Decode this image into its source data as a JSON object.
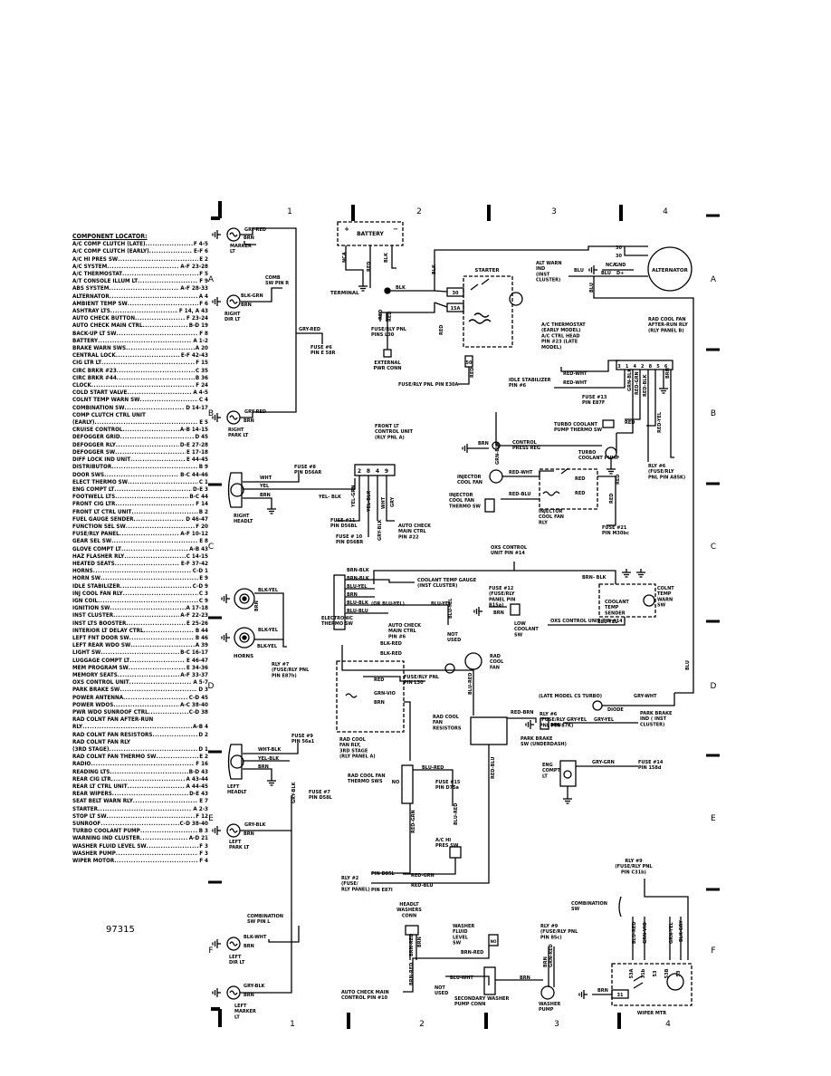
{
  "doc_number": "97315",
  "columns": [
    "1",
    "2",
    "3",
    "4"
  ],
  "rows": [
    "A",
    "B",
    "C",
    "D",
    "E",
    "F"
  ],
  "locator_title": "COMPONENT LOCATOR:",
  "locator": [
    {
      "name": "A/C COMP CLUTCH (LATE)",
      "loc": "F 4-5"
    },
    {
      "name": "A/C COMP CLUTCH (EARLY)",
      "loc": "E-F 6"
    },
    {
      "name": "A/C HI PRES SW",
      "loc": "E 2"
    },
    {
      "name": "A/C SYSTEM",
      "loc": "A-F 23-28"
    },
    {
      "name": "A/C THERMOSTAT",
      "loc": "F 5"
    },
    {
      "name": "A/T CONSOLE ILLUM LT",
      "loc": "F 9"
    },
    {
      "name": "ABS SYSTEM",
      "loc": "A-F 28-33"
    },
    {
      "name": "ALTERNATOR",
      "loc": "A 4"
    },
    {
      "name": "AMBIENT TEMP SW",
      "loc": "F 6"
    },
    {
      "name": "ASHTRAY LTS",
      "loc": "F 14, A 43"
    },
    {
      "name": "AUTO CHECK BUTTON",
      "loc": "F 23-24"
    },
    {
      "name": "AUTO CHECK MAIN CTRL",
      "loc": "B-D 19"
    },
    {
      "name": "BACK-UP LT SW",
      "loc": "F 8"
    },
    {
      "name": "BATTERY",
      "loc": "A 1-2"
    },
    {
      "name": "BRAKE WARN SWS",
      "loc": "A 20"
    },
    {
      "name": "CENTRAL LOCK",
      "loc": "E-F 42-43"
    },
    {
      "name": "CIG LTR LT",
      "loc": "F 15"
    },
    {
      "name": "CIRC BRKR #23",
      "loc": "C 35"
    },
    {
      "name": "CIRC BRKR #44",
      "loc": "B 36"
    },
    {
      "name": "CLOCK",
      "loc": "F 24"
    },
    {
      "name": "COLD START VALVE",
      "loc": "A 4-5"
    },
    {
      "name": "COLNT TEMP WARN SW",
      "loc": "C 4"
    },
    {
      "name": "COMBINATION SW",
      "loc": "D 14-17"
    },
    {
      "name": "COMP CLUTCH CTRL UNIT",
      "loc": ""
    },
    {
      "name": "   (EARLY)",
      "loc": "E 5"
    },
    {
      "name": "CRUISE CONTROL",
      "loc": "A-B 14-15"
    },
    {
      "name": "DEFOGGER GRID",
      "loc": "D 45"
    },
    {
      "name": "DEFOGGER RLY",
      "loc": "D-E 27-28"
    },
    {
      "name": "DEFOGGER SW",
      "loc": "E 17-18"
    },
    {
      "name": "DIFF LOCK IND UNIT",
      "loc": "E 44-45"
    },
    {
      "name": "DISTRIBUTOR",
      "loc": "B 9"
    },
    {
      "name": "DOOR SWS",
      "loc": "B-C 44-46"
    },
    {
      "name": "ELECT THERMO SW",
      "loc": "C 1"
    },
    {
      "name": "ENG COMPT LT",
      "loc": "D-E 3"
    },
    {
      "name": "FOOTWELL LTS",
      "loc": "B-C 44"
    },
    {
      "name": "FRONT CIG LTR",
      "loc": "F 14"
    },
    {
      "name": "FRONT LT CTRL UNIT",
      "loc": "B 2"
    },
    {
      "name": "FUEL GAUGE SENDER",
      "loc": "D 46-47"
    },
    {
      "name": "FUNCTION SEL SW",
      "loc": "F 20"
    },
    {
      "name": "FUSE/RLY PANEL",
      "loc": "A-F 10-12"
    },
    {
      "name": "GEAR SEL SW",
      "loc": "E 8"
    },
    {
      "name": "GLOVE COMPT LT",
      "loc": "A-B 43"
    },
    {
      "name": "HAZ FLASHER RLY",
      "loc": "C 14-15"
    },
    {
      "name": "HEATED SEATS",
      "loc": "E-F 37-42"
    },
    {
      "name": "HORNS",
      "loc": "C-D 1"
    },
    {
      "name": "HORN SW",
      "loc": "E 9"
    },
    {
      "name": "IDLE STABILIZER",
      "loc": "C-D 9"
    },
    {
      "name": "INJ COOL FAN RLY",
      "loc": "C 3"
    },
    {
      "name": "IGN COIL",
      "loc": "C 9"
    },
    {
      "name": "IGNITION SW",
      "loc": "A 17-18"
    },
    {
      "name": "INST CLUSTER",
      "loc": "A-F 22-23"
    },
    {
      "name": "INST LTS BOOSTER",
      "loc": "E 25-26"
    },
    {
      "name": "INTERIOR LT DELAY CTRL",
      "loc": "B 44"
    },
    {
      "name": "LEFT FNT DOOR SW",
      "loc": "B 46"
    },
    {
      "name": "LEFT REAR WDO SW",
      "loc": "A 39"
    },
    {
      "name": "LIGHT SW",
      "loc": "B-C 16-17"
    },
    {
      "name": "LUGGAGE COMPT LT",
      "loc": "E 46-47"
    },
    {
      "name": "MEM PROGRAM SW",
      "loc": "E 34-36"
    },
    {
      "name": "MEMORY SEATS",
      "loc": "A-F 33-37"
    },
    {
      "name": "OXS CONTROL UNIT",
      "loc": "A 5-7"
    },
    {
      "name": "PARK BRAKE SW",
      "loc": "D 3"
    },
    {
      "name": "POWER ANTENNA",
      "loc": "C-D 45"
    },
    {
      "name": "POWER WDOS",
      "loc": "A-C 38-40"
    },
    {
      "name": "PWR WDO SUNROOF CTRL",
      "loc": "C-D 38"
    },
    {
      "name": "RAD COLNT FAN AFTER-RUN",
      "loc": ""
    },
    {
      "name": "   RLY",
      "loc": "A-B 4"
    },
    {
      "name": "RAD COLNT FAN RESISTORS",
      "loc": "D 2"
    },
    {
      "name": "RAD COLNT FAN RLY",
      "loc": ""
    },
    {
      "name": "   (3RD STAGE)",
      "loc": "D 1"
    },
    {
      "name": "RAD COLNT FAN THERMO SW",
      "loc": "E 2"
    },
    {
      "name": "RADIO",
      "loc": "F 16"
    },
    {
      "name": "READING LTS",
      "loc": "B-D 43"
    },
    {
      "name": "REAR CIG LTR",
      "loc": "A 43-44"
    },
    {
      "name": "REAR LT CTRL UNIT",
      "loc": "A 44-45"
    },
    {
      "name": "REAR WIPERS",
      "loc": "D-E 43"
    },
    {
      "name": "SEAT BELT WARN RLY",
      "loc": "E 7"
    },
    {
      "name": "STARTER",
      "loc": "A 2-3"
    },
    {
      "name": "STOP LT SW",
      "loc": "F 12"
    },
    {
      "name": "SUNROOF",
      "loc": "C-D 38-40"
    },
    {
      "name": "TURBO COOLANT PUMP",
      "loc": "B 3"
    },
    {
      "name": "WARNING IND CLUSTER",
      "loc": "A-D 21"
    },
    {
      "name": "WASHER FLUID LEVEL SW",
      "loc": "F 3"
    },
    {
      "name": "WASHER PUMP",
      "loc": "F 3"
    },
    {
      "name": "WIPER MOTOR",
      "loc": "F 4"
    }
  ],
  "labels": {
    "battery": "BATTERY",
    "starter": "STARTER",
    "terminal": "TERMINAL",
    "alternator": "ALTERNATOR",
    "alt_warn": [
      "ALT WARN",
      "IND",
      "(INST",
      "CLUSTER)"
    ],
    "ext_pwr": [
      "EXTERNAL",
      "PWR CONN"
    ],
    "fuse_l30": [
      "FUSE/RLY PNL",
      "PINS L30"
    ],
    "fuse_e30a": "FUSE/RLY PNL PIN E30A",
    "marker_lt": [
      "MARKER",
      "LT"
    ],
    "right_dir": [
      "RIGHT",
      "DIR LT"
    ],
    "comb_sw_r": [
      "COMB",
      "SW PIN R"
    ],
    "fuse6": [
      "FUSE #6",
      "PIN E 58R"
    ],
    "right_park": [
      "RIGHT",
      "PARK LT"
    ],
    "right_headlt": [
      "RIGHT",
      "HEADLT"
    ],
    "fuse8": [
      "FUSE #8",
      "PIN D56AR"
    ],
    "front_ctrl": [
      "FRONT LT",
      "CONTROL UNIT",
      "(RLY PNL A)"
    ],
    "fuse11": [
      "FUSE #11",
      "PIN D56BL"
    ],
    "fuse10": [
      "FUSE # 10",
      "PIN D56BR"
    ],
    "auto_check_22": [
      "AUTO CHECK",
      "MAIN CTRL",
      "PIN #22"
    ],
    "ac_thermo": [
      "A/C THERMOSTAT",
      "(EARLY MODEL)",
      "A/C CTRL HEAD",
      "PIN #23 (LATE",
      "MODEL)"
    ],
    "rad_after": [
      "RAD COOL FAN",
      "AFTER-RUN RLY",
      "(RLY PANEL B)"
    ],
    "idle_stab": [
      "IDLE STABILIZER",
      "PIN #6"
    ],
    "fuse13": [
      "FUSE #13",
      "PIN E87F"
    ],
    "turbo_thermo": [
      "TURBO COOLANT",
      "PUMP THERMO SW"
    ],
    "ctrl_press": [
      "CONTROL",
      "PRESS REG"
    ],
    "turbo_pump": [
      "TURBO",
      "COOLANT PUMP"
    ],
    "inj_fan": [
      "INJECTOR",
      "COOL FAN"
    ],
    "inj_thermo": [
      "INJECTOR",
      "COOL FAN",
      "THERMO SW"
    ],
    "inj_rly": [
      "INJECTOR",
      "COOL FAN",
      "RLY"
    ],
    "rly6_abs": [
      "RLY #6",
      "(FUSE/RLY",
      "PNL PIN A85K)"
    ],
    "fuse21": [
      "FUSE #21",
      "PIN M30bc"
    ],
    "oxs_14": [
      "OXS CONTROL",
      "UNIT PIN #14"
    ],
    "colnt_gauge": [
      "COOLANT TEMP GAUGE",
      "(INST CLUSTER)"
    ],
    "fuse12": [
      "FUSE #12",
      "(FUSE/RLY",
      "PANEL PIN",
      "B15a)"
    ],
    "elec_thermo": [
      "ELECTRONIC",
      "THERMO SW"
    ],
    "auto_check_6": [
      "AUTO CHECK",
      "MAIN CTRL",
      "PIN #6"
    ],
    "low_colnt": [
      "LOW",
      "COOLANT",
      "SW"
    ],
    "oxs_14b": "OXS CONTROL UNIT PIN #14",
    "colnt_sender": [
      "COOLANT",
      "TEMP",
      "SENDER"
    ],
    "colnt_warn": [
      "COLNT",
      "TEMP",
      "WARN",
      "SW"
    ],
    "horns": "HORNS",
    "rly7": [
      "RLY #7",
      "(FUSE/RLY PNL",
      "PIN E87h)"
    ],
    "not_used": [
      "NOT",
      "USED"
    ],
    "rad_fan": [
      "RAD",
      "COOL",
      "FAN"
    ],
    "late_turbo": "(LATE MODEL CS TURBO)",
    "diode": "DIODE",
    "park_brake_ind": [
      "PARK BRAKE",
      "IND ( INST",
      "CLUSTER)"
    ],
    "park_brake_sw": [
      "PARK BRAKE",
      "SW (UNDERDASH)"
    ],
    "fuse_l30b": [
      "FUSE/RLY PNL",
      "PIN L30"
    ],
    "rad_rly3": [
      "RAD COOL",
      "FAN RLY,",
      "3RD STAGE",
      "(RLY PANEL A)"
    ],
    "rad_resist": [
      "RAD COOL",
      "FAN",
      "RESISTORS"
    ],
    "rly6_87k": [
      "RLY #6",
      "(FUSE/RLY",
      "PNL PIN 87K)"
    ],
    "left_headlt": [
      "LEFT",
      "HEADLT"
    ],
    "fuse9": [
      "FUSE #9",
      "PIN 56a1"
    ],
    "fuse7": [
      "FUSE #7",
      "PIN D58L"
    ],
    "rad_thermo": [
      "RAD COOL FAN",
      "THERMO SWS"
    ],
    "fuse15": [
      "FUSE #15",
      "PIN D75a"
    ],
    "eng_compt": [
      "ENG",
      "COMPT",
      "LT"
    ],
    "fuse14": [
      "FUSE #14",
      "PIN 158d"
    ],
    "left_park": [
      "LEFT",
      "PARK LT"
    ],
    "ac_hi": [
      "A/C HI",
      "PRES SW"
    ],
    "rly2": [
      "RLY #2",
      "(FUSE/",
      "RLY PANEL)"
    ],
    "pin_d85l": "PIN D85L",
    "pin_e87i": "PIN E87I",
    "comb_l": [
      "COMBINATION",
      "SW PIN L"
    ],
    "left_dir": [
      "LEFT",
      "DIR LT"
    ],
    "headlt_wash": [
      "HEADLT",
      "WASHERS",
      "CONN"
    ],
    "washer_fluid": [
      "WASHER",
      "FLUID",
      "LEVEL",
      "SW"
    ],
    "rly9": [
      "RLY #9",
      "(FUSE/RLY PNL",
      "PIN 85c)"
    ],
    "rly9b": [
      "RLY #9",
      "(FUSE/RLY PNL",
      "PIN C31b)"
    ],
    "comb_sw": [
      "COMBINATION",
      "SW"
    ],
    "left_marker": [
      "LEFT",
      "MARKER",
      "LT"
    ],
    "auto_check_10": [
      "AUTO CHECK MAIN",
      "CONTROL PIN #10"
    ],
    "sec_washer": [
      "SECONDARY WASHER",
      "PUMP CONN"
    ],
    "washer_pump": [
      "WASHER",
      "PUMP"
    ],
    "wiper": "WIPER MTR"
  }
}
